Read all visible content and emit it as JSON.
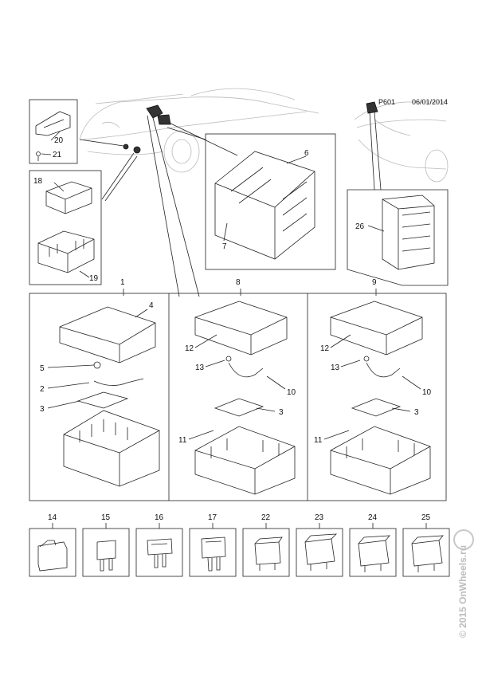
{
  "header": {
    "ref": "P601",
    "date": "06/01/2014"
  },
  "callouts": {
    "c1": "1",
    "c2": "2",
    "c3": "3",
    "c3b": "3",
    "c3c": "3",
    "c4": "4",
    "c5": "5",
    "c6": "6",
    "c7": "7",
    "c8": "8",
    "c9": "9",
    "c10": "10",
    "c10b": "10",
    "c11": "11",
    "c11b": "11",
    "c12": "12",
    "c12b": "12",
    "c13": "13",
    "c13b": "13",
    "c18": "18",
    "c19": "19",
    "c20": "20",
    "c21": "21",
    "c26": "26"
  },
  "parts": [
    {
      "num": "14",
      "kind": "fuse-box"
    },
    {
      "num": "15",
      "kind": "mini-fuse"
    },
    {
      "num": "16",
      "kind": "atc-fuse"
    },
    {
      "num": "17",
      "kind": "maxi-fuse"
    },
    {
      "num": "22",
      "kind": "small-relay"
    },
    {
      "num": "23",
      "kind": "relay"
    },
    {
      "num": "24",
      "kind": "relay"
    },
    {
      "num": "25",
      "kind": "relay"
    }
  ],
  "watermark": "© 2015 OnWheels.ru"
}
